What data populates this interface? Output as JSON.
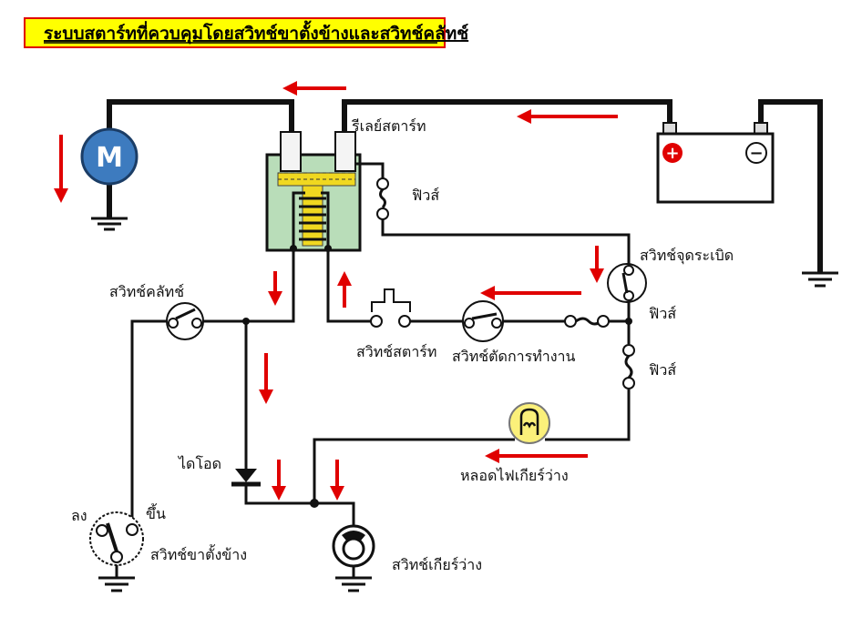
{
  "title": "ระบบสตาร์ทที่ควบคุมโดยสวิทช์ขาตั้งข้างและสวิทช์คลัทช์",
  "colors": {
    "title_bg": "#ffff00",
    "title_border": "#e00000",
    "arrow": "#e00000",
    "relay_body": "#b9ddb9",
    "plunger": "#f0d820",
    "motor": "#3d7bbf",
    "battery_plus": "#e00000"
  },
  "components": {
    "motor": {
      "symbol": "M"
    },
    "starter_relay": "รีเลย์สตาร์ท",
    "relay_fuse": "ฟิวส์",
    "ignition_switch": "สวิทช์จุดระเบิด",
    "fuse_horizontal": "ฟิวส์",
    "fuse_vertical": "ฟิวส์",
    "clutch_switch": "สวิทช์คลัทช์",
    "start_switch": "สวิทช์สตาร์ท",
    "kill_switch": "สวิทช์ตัดการทำงาน",
    "neutral_lamp": "หลอดไฟเกียร์ว่าง",
    "diode": "ไดโอด",
    "sidestand_down": "ลง",
    "sidestand_up": "ขึ้น",
    "sidestand_switch": "สวิทช์ขาตั้งข้าง",
    "neutral_switch": "สวิทช์เกียร์ว่าง"
  },
  "battery": {
    "plus": "+",
    "minus": "−"
  }
}
